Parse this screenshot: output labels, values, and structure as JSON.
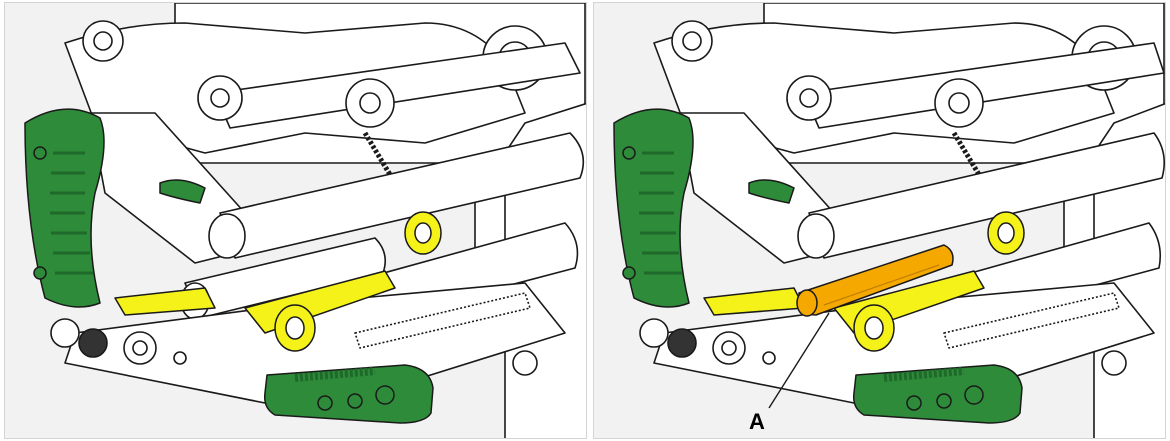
{
  "figure": {
    "panels": [
      {
        "id": "before",
        "callouts": []
      },
      {
        "id": "after",
        "callouts": [
          {
            "label": "A"
          }
        ]
      }
    ]
  },
  "colors": {
    "panel_background": "#f2f2f2",
    "panel_border": "#d4d4d4",
    "line": "#1a1a1a",
    "green_handle": "#2e8b3a",
    "green_dark": "#1f6a2a",
    "yellow_roller": "#f5f21a",
    "orange_part": "#f5a800",
    "white_part": "#ffffff"
  }
}
